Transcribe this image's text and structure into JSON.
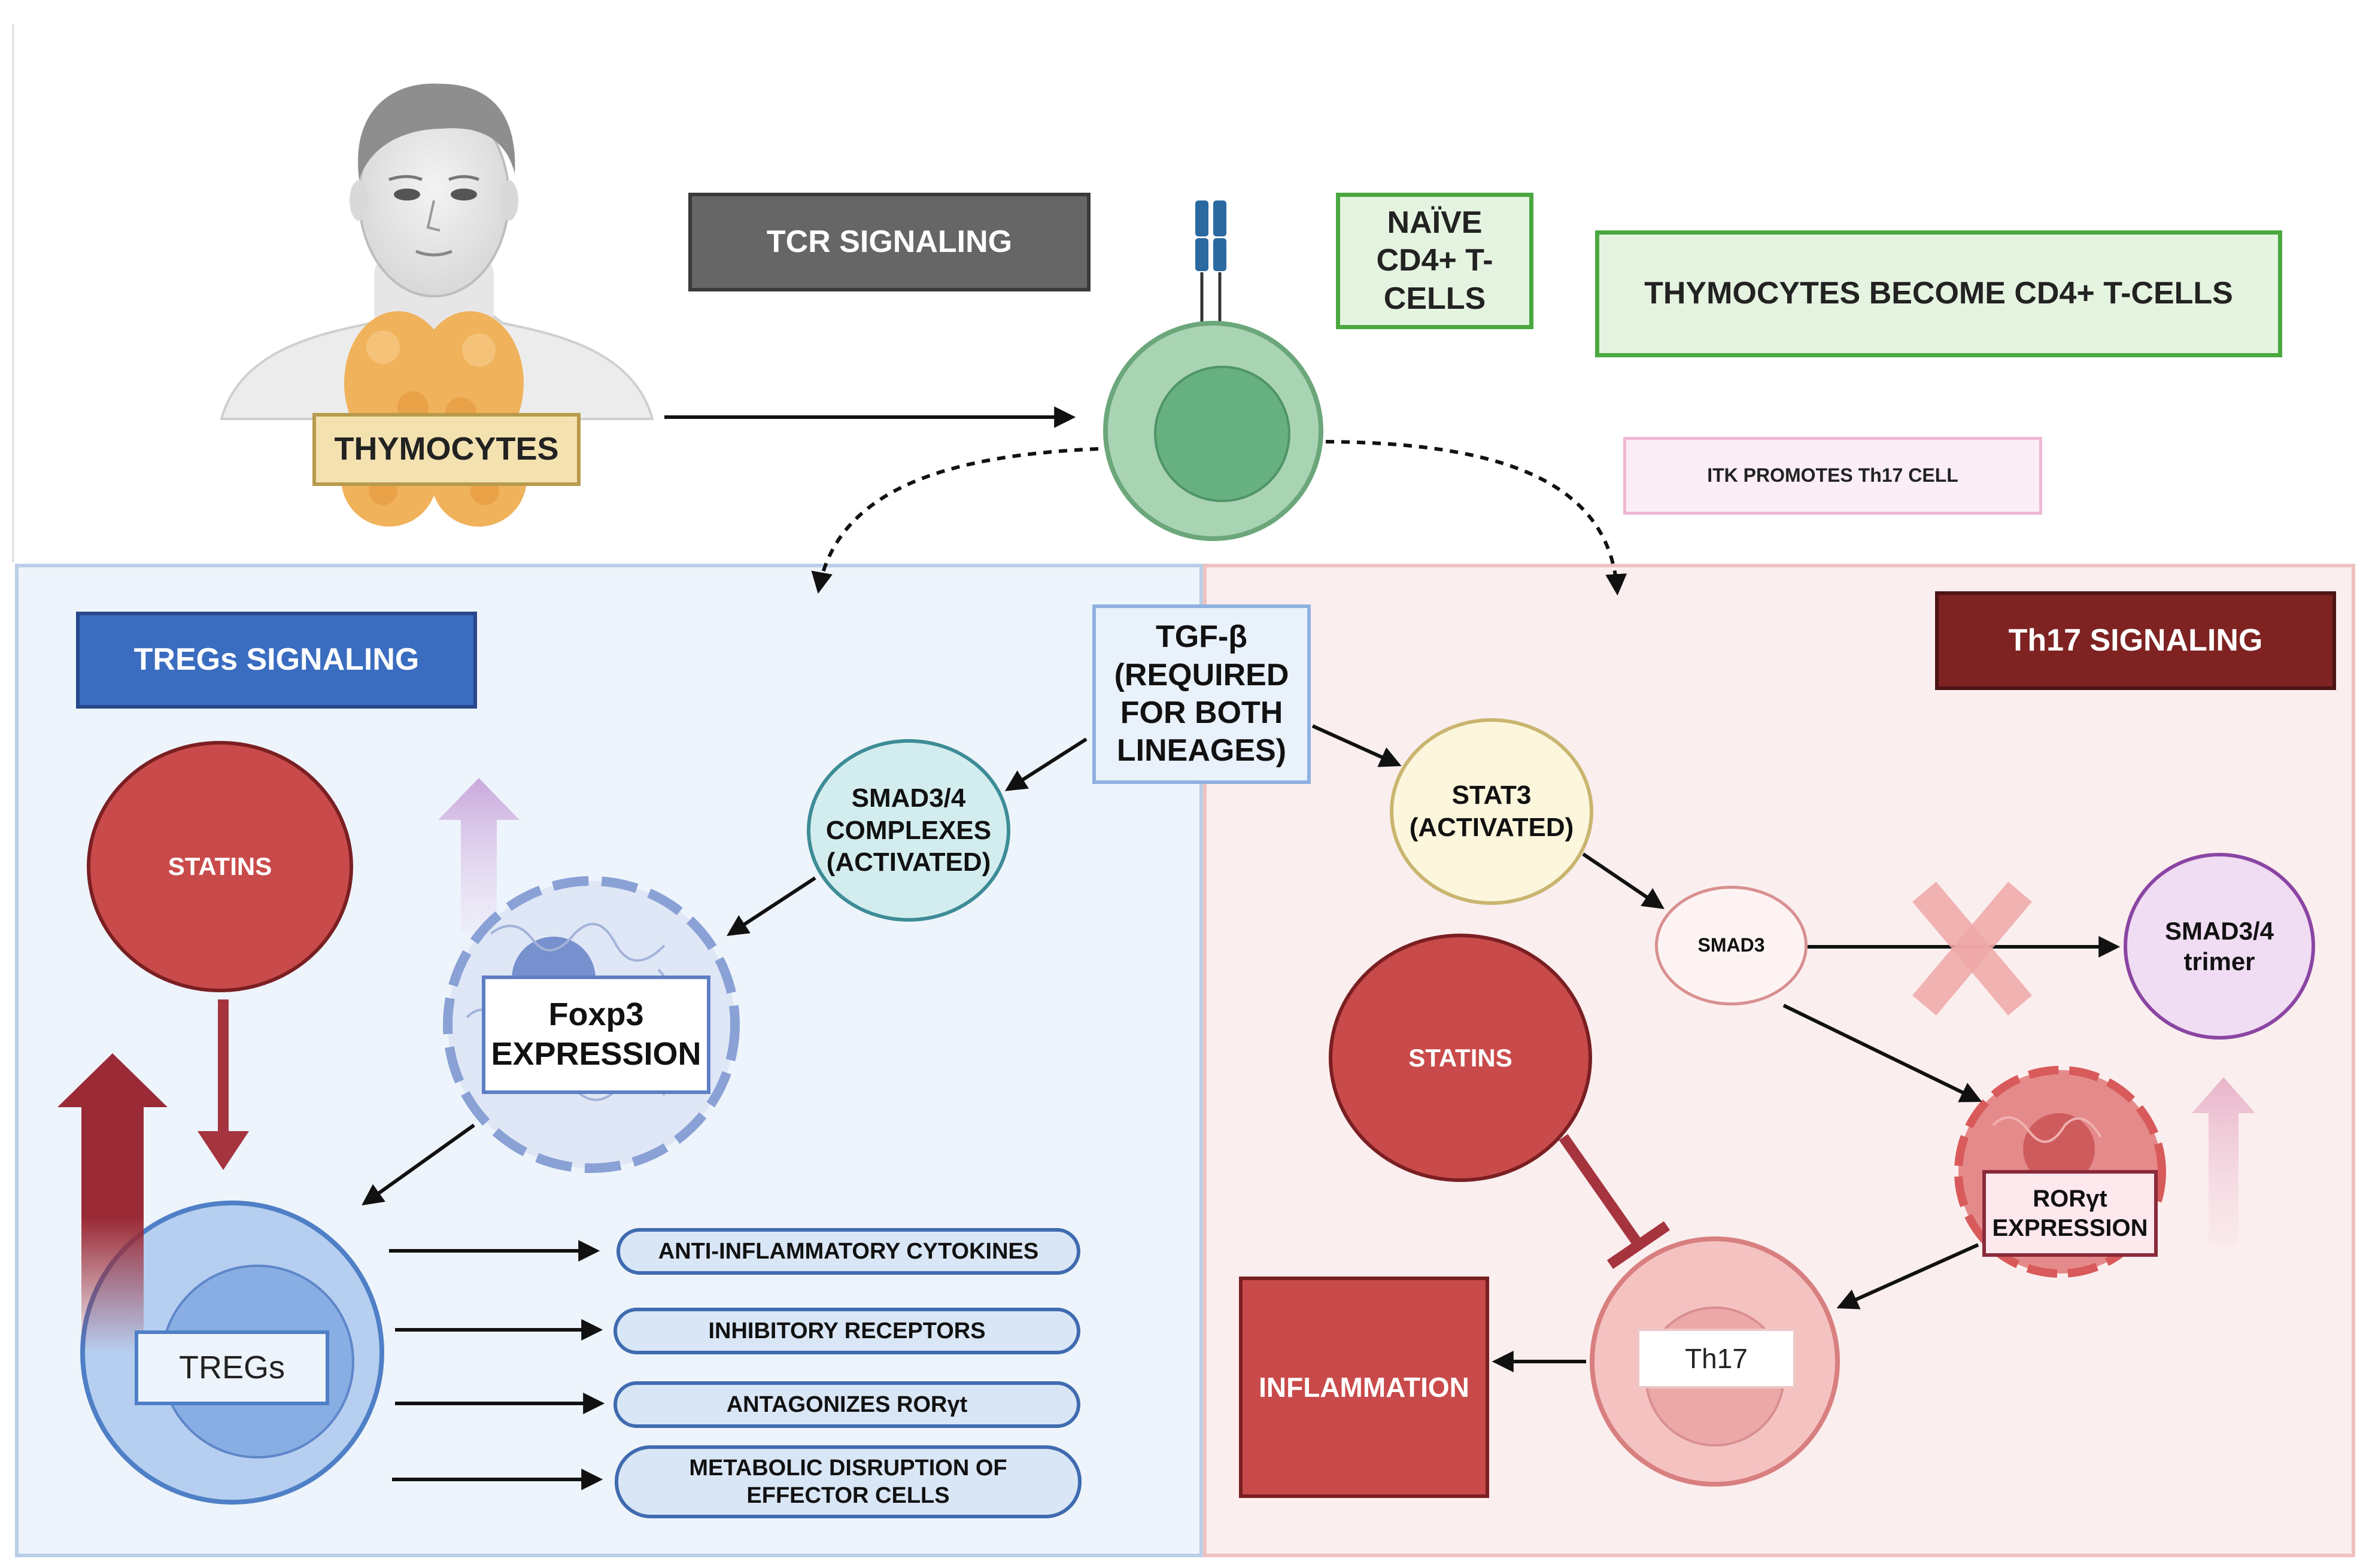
{
  "top": {
    "thymocytes_label": "THYMOCYTES",
    "tcr_label": "TCR SIGNALING",
    "naive_label": "NAÏVE CD4+ T-CELLS",
    "become_label": "THYMOCYTES BECOME CD4+ T-CELLS",
    "itk_label": "ITK PROMOTES Th17 CELL"
  },
  "center": {
    "tgf_label": "TGF-β (REQUIRED FOR BOTH LINEAGES)"
  },
  "treg": {
    "header": "TREGs SIGNALING",
    "statins": "STATINS",
    "smad_complex": "SMAD3/4 COMPLEXES (ACTIVATED)",
    "foxp3": "Foxp3 EXPRESSION",
    "cell_label": "TREGs",
    "effects": [
      "ANTI-INFLAMMATORY CYTOKINES",
      "INHIBITORY RECEPTORS",
      "ANTAGONIZES RORγt",
      "METABOLIC DISRUPTION OF EFFECTOR CELLS"
    ]
  },
  "th17": {
    "header": "Th17 SIGNALING",
    "stat3": "STAT3 (ACTIVATED)",
    "smad3": "SMAD3",
    "smad_trimer": "SMAD3/4 trimer",
    "statins": "STATINS",
    "rorgt": "RORγt EXPRESSION",
    "cell_label": "Th17",
    "inflammation": "INFLAMMATION"
  },
  "colors": {
    "treg_panel": "#eef4fb",
    "th17_panel": "#fbeeee",
    "treg_header": "#3a6cc0",
    "th17_header": "#7e2222",
    "statins": "#c94a4a",
    "tcr_box": "#666666",
    "green_border": "#4aa840"
  }
}
